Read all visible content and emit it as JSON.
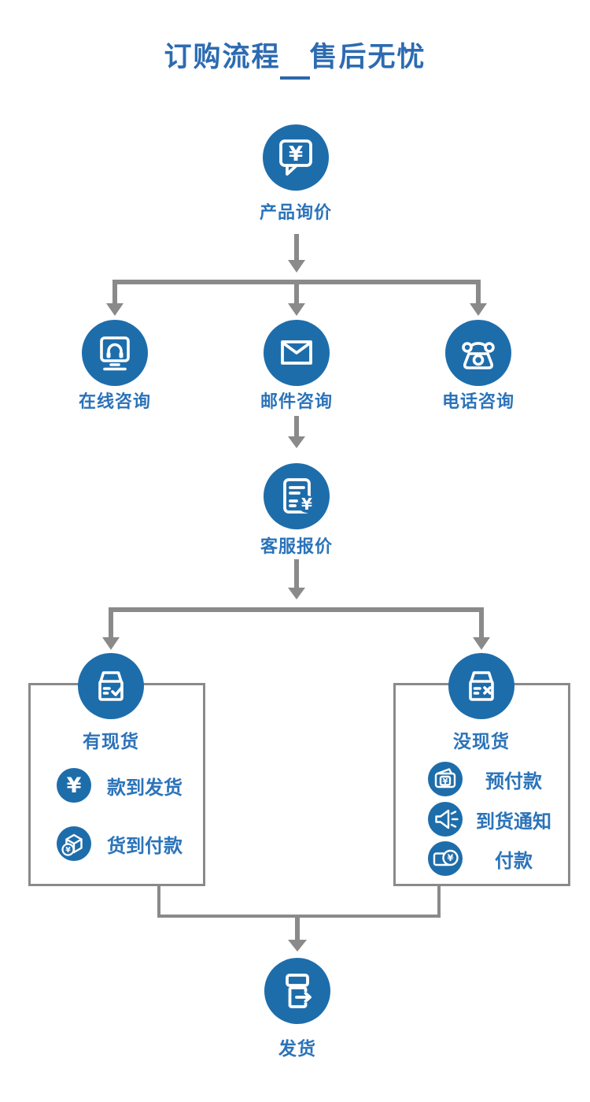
{
  "title": "订购流程　售后无忧",
  "colors": {
    "primary_blue": "#1e6dab",
    "text_blue": "#2b73b9",
    "line_gray": "#8a8a8a"
  },
  "nodes": {
    "inquiry": {
      "label": "产品询价",
      "icon": "chat-yuan-icon"
    },
    "online": {
      "label": "在线咨询",
      "icon": "monitor-headset-icon"
    },
    "email": {
      "label": "邮件咨询",
      "icon": "envelope-icon"
    },
    "phone": {
      "label": "电话咨询",
      "icon": "telephone-icon"
    },
    "quote": {
      "label": "客服报价",
      "icon": "invoice-yuan-icon"
    },
    "in_stock": {
      "label": "有现货",
      "icon": "box-check-icon"
    },
    "out_of_stock": {
      "label": "没现货",
      "icon": "box-x-icon"
    },
    "ship": {
      "label": "发货",
      "icon": "box-arrow-icon"
    }
  },
  "in_stock_items": [
    {
      "label": "款到发货",
      "icon": "yuan-icon"
    },
    {
      "label": "货到付款",
      "icon": "package-coin-icon"
    }
  ],
  "out_of_stock_items": [
    {
      "label": "预付款",
      "icon": "wallet-yuan-icon"
    },
    {
      "label": "到货通知",
      "icon": "megaphone-icon"
    },
    {
      "label": "付款",
      "icon": "card-yuan-icon"
    }
  ]
}
